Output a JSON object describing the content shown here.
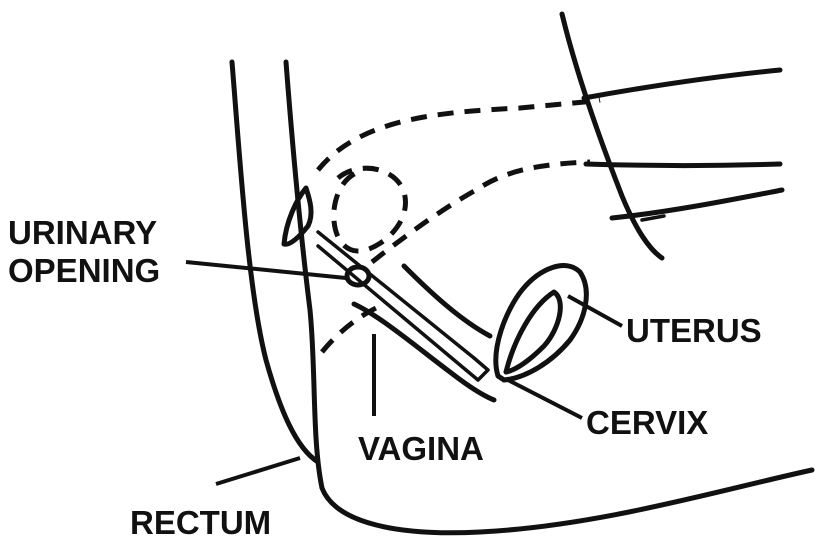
{
  "labels": {
    "urinary_line1": "URINARY",
    "urinary_line2": "OPENING",
    "uterus": "UTERUS",
    "cervix": "CERVIX",
    "vagina": "VAGINA",
    "rectum": "RECTUM"
  },
  "colors": {
    "ink": "#111111",
    "background": "#ffffff"
  }
}
